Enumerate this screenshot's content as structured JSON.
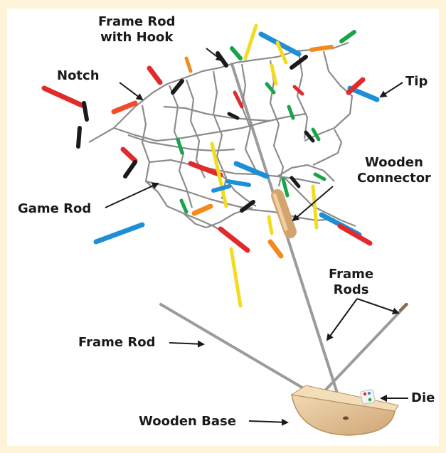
{
  "labels": {
    "frame_rod_hook": [
      "Frame Rod",
      "with Hook"
    ],
    "notch": "Notch",
    "tip": "Tip",
    "wooden_connector": [
      "Wooden",
      "Connector"
    ],
    "game_rod": "Game Rod",
    "frame_rods": [
      "Frame",
      "Rods"
    ],
    "frame_rod": "Frame Rod",
    "die": "Die",
    "wooden_base": "Wooden Base"
  },
  "colors": {
    "border": "#fdf3d9",
    "background": "#ffffff",
    "wire": "#8c8c8c",
    "red": "#e12a2a",
    "blue": "#1e8fd6",
    "green": "#19a34a",
    "yellow": "#f3dc1f",
    "orange": "#f28a1e",
    "black": "#1a1a1a",
    "wood": "#e3c49b"
  }
}
